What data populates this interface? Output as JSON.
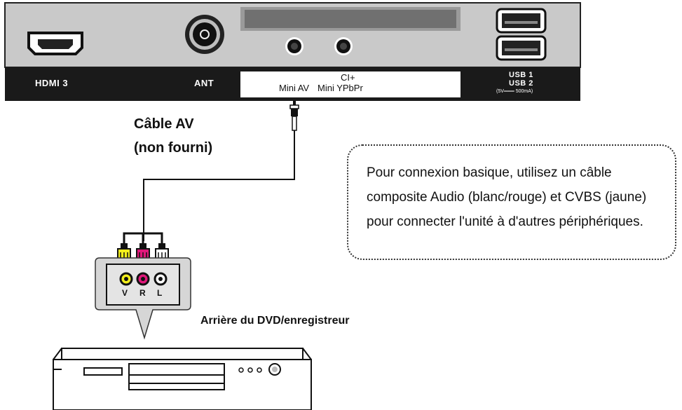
{
  "panel": {
    "hdmi_label": "HDMI 3",
    "ant_label": "ANT",
    "ci_label": "CI+",
    "mini_av_label": "Mini AV",
    "mini_ypbpr_label": "Mini YPbPr",
    "usb1_label": "USB 1",
    "usb2_label": "USB 2",
    "usb_power_label": "(5V═══ 500mA)"
  },
  "cable": {
    "label_line1": "Câble AV",
    "label_line2": "(non fourni)"
  },
  "rca_panel": {
    "v_label": "V",
    "r_label": "R",
    "l_label": "L",
    "caption": "Arrière du DVD/enregistreur"
  },
  "note": {
    "text": "Pour connexion basique, utilisez un câble composite Audio (blanc/rouge) et CVBS (jaune) pour connecter l'unité à d'autres périphériques."
  },
  "colors": {
    "yellow_plug": "#f2ee1c",
    "red_plug": "#e0187a",
    "white_plug": "#ffffff",
    "panel_gray": "#c8c8c8",
    "bar_black": "#1a1a1a"
  }
}
